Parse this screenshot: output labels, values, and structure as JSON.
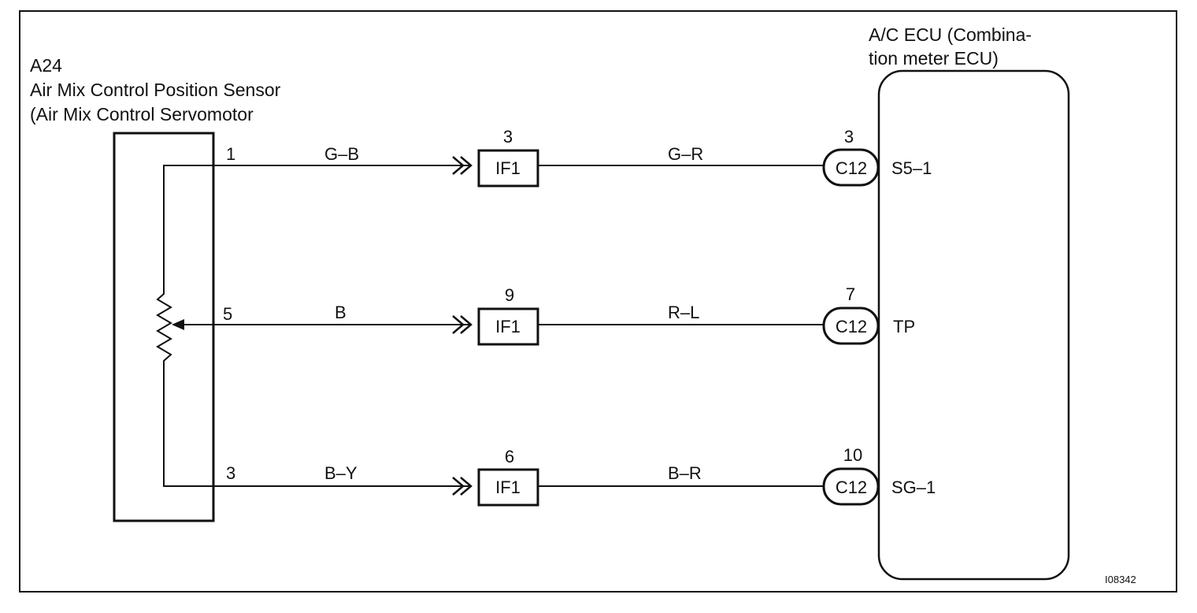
{
  "sensor": {
    "code": "A24",
    "name": "Air Mix Control Position Sensor",
    "sub": "(Air Mix Control Servomotor"
  },
  "ecu": {
    "line1": "A/C  ECU  (Combina-",
    "line2": "tion meter ECU)"
  },
  "wires": [
    {
      "sensor_pin": "1",
      "color_in": "G–B",
      "jpin": "3",
      "junction": "IF1",
      "color_out": "G–R",
      "cpin": "3",
      "connector": "C12",
      "terminal": "S5–1"
    },
    {
      "sensor_pin": "5",
      "color_in": "B",
      "jpin": "9",
      "junction": "IF1",
      "color_out": "R–L",
      "cpin": "7",
      "connector": "C12",
      "terminal": "TP"
    },
    {
      "sensor_pin": "3",
      "color_in": "B–Y",
      "jpin": "6",
      "junction": "IF1",
      "color_out": "B–R",
      "cpin": "10",
      "connector": "C12",
      "terminal": "SG–1"
    }
  ],
  "figure_id": "I08342"
}
